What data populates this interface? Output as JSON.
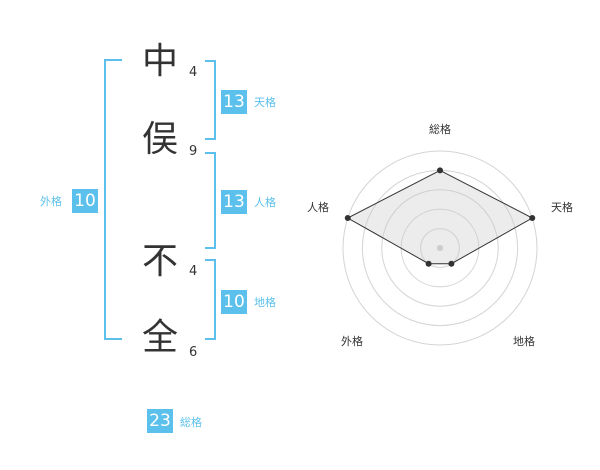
{
  "name_chars": [
    {
      "char": "中",
      "strokes": "4"
    },
    {
      "char": "俣",
      "strokes": "9"
    },
    {
      "char": "不",
      "strokes": "4"
    },
    {
      "char": "全",
      "strokes": "6"
    }
  ],
  "fortunes": {
    "tenkaku": {
      "value": "13",
      "label": "天格"
    },
    "jinkaku": {
      "value": "13",
      "label": "人格"
    },
    "chikaku": {
      "value": "10",
      "label": "地格"
    },
    "gaikaku": {
      "value": "10",
      "label": "外格"
    },
    "soukaku": {
      "value": "23",
      "label": "総格"
    }
  },
  "colors": {
    "accent": "#5bc0eb",
    "text": "#333333"
  },
  "chart_data": {
    "type": "radar",
    "axes": [
      "総格",
      "天格",
      "地格",
      "外格",
      "人格"
    ],
    "values": [
      4,
      5,
      1,
      1,
      5
    ],
    "max": 5,
    "rings": 5
  }
}
